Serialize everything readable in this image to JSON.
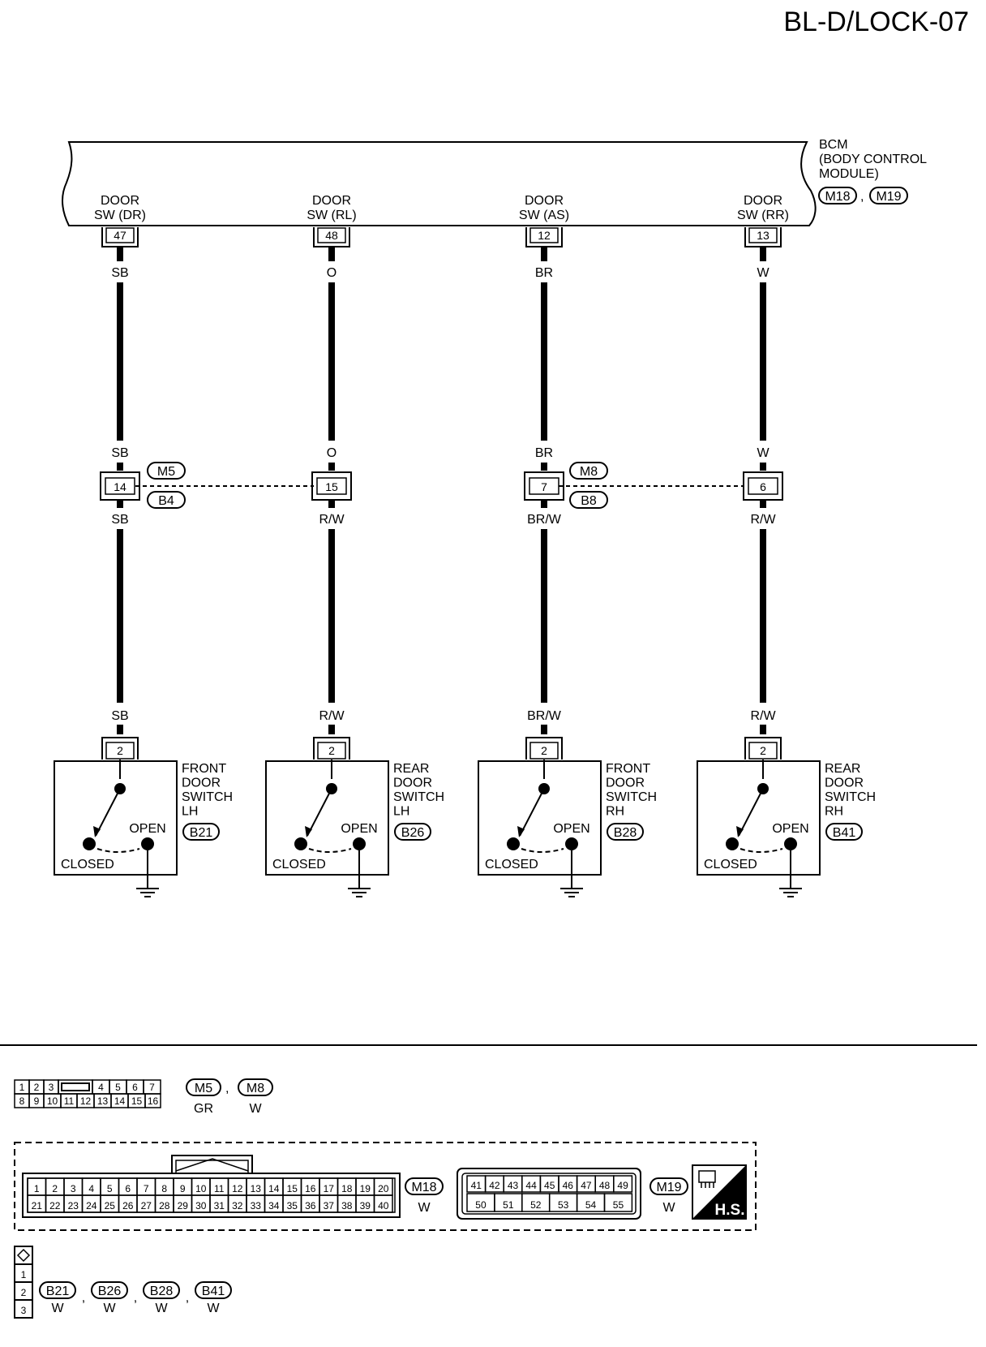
{
  "page_title": "BL-D/LOCK-07",
  "bcm": {
    "name": "BCM",
    "line2": "(BODY CONTROL",
    "line3": "MODULE)",
    "connectors": [
      "M18",
      "M19"
    ],
    "comma": ","
  },
  "circuits": [
    {
      "bcm_line1": "DOOR",
      "bcm_line2": "SW (DR)",
      "bcm_pin": "47",
      "wire_top": "SB",
      "inline_pin": "14",
      "wire_below_inline": "SB",
      "switch_pin": "2",
      "switch_name": [
        "FRONT",
        "DOOR",
        "SWITCH",
        "LH"
      ],
      "switch_conn": "B21"
    },
    {
      "bcm_line1": "DOOR",
      "bcm_line2": "SW (RL)",
      "bcm_pin": "48",
      "wire_top": "O",
      "inline_pin": "15",
      "wire_below_inline": "R/W",
      "switch_pin": "2",
      "switch_name": [
        "REAR",
        "DOOR",
        "SWITCH",
        "LH"
      ],
      "switch_conn": "B26"
    },
    {
      "bcm_line1": "DOOR",
      "bcm_line2": "SW (AS)",
      "bcm_pin": "12",
      "wire_top": "BR",
      "inline_pin": "7",
      "wire_below_inline": "BR/W",
      "switch_pin": "2",
      "switch_name": [
        "FRONT",
        "DOOR",
        "SWITCH",
        "RH"
      ],
      "switch_conn": "B28"
    },
    {
      "bcm_line1": "DOOR",
      "bcm_line2": "SW (RR)",
      "bcm_pin": "13",
      "wire_top": "W",
      "inline_pin": "6",
      "wire_below_inline": "R/W",
      "switch_pin": "2",
      "switch_name": [
        "REAR",
        "DOOR",
        "SWITCH",
        "RH"
      ],
      "switch_conn": "B41"
    }
  ],
  "inline_connectors": [
    {
      "top": "M5",
      "bottom": "B4"
    },
    {
      "top": "M8",
      "bottom": "B8"
    }
  ],
  "switch_labels": {
    "open": "OPEN",
    "closed": "CLOSED"
  },
  "legend": {
    "m5_m8": {
      "row1": [
        "1",
        "2",
        "3",
        "",
        "4",
        "5",
        "6",
        "7"
      ],
      "row2": [
        "8",
        "9",
        "10",
        "11",
        "12",
        "13",
        "14",
        "15",
        "16"
      ],
      "tags": [
        "M5",
        "M8"
      ],
      "colors": [
        "GR",
        "W"
      ],
      "comma": ","
    },
    "m18": {
      "row1": [
        "1",
        "2",
        "3",
        "4",
        "5",
        "6",
        "7",
        "8",
        "9",
        "10",
        "11",
        "12",
        "13",
        "14",
        "15",
        "16",
        "17",
        "18",
        "19",
        "20"
      ],
      "row2": [
        "21",
        "22",
        "23",
        "24",
        "25",
        "26",
        "27",
        "28",
        "29",
        "30",
        "31",
        "32",
        "33",
        "34",
        "35",
        "36",
        "37",
        "38",
        "39",
        "40"
      ],
      "tag": "M18",
      "color": "W"
    },
    "m19": {
      "row1": [
        "41",
        "42",
        "43",
        "44",
        "45",
        "46",
        "47",
        "48",
        "49"
      ],
      "row2": [
        "50",
        "51",
        "52",
        "53",
        "54",
        "55"
      ],
      "tag": "M19",
      "color": "W"
    },
    "hs_label": "H.S.",
    "b_conn": {
      "pins": [
        "1",
        "2",
        "3"
      ],
      "tags": [
        "B21",
        "B26",
        "B28",
        "B41"
      ],
      "colors": [
        "W",
        "W",
        "W",
        "W"
      ],
      "comma": ","
    }
  }
}
